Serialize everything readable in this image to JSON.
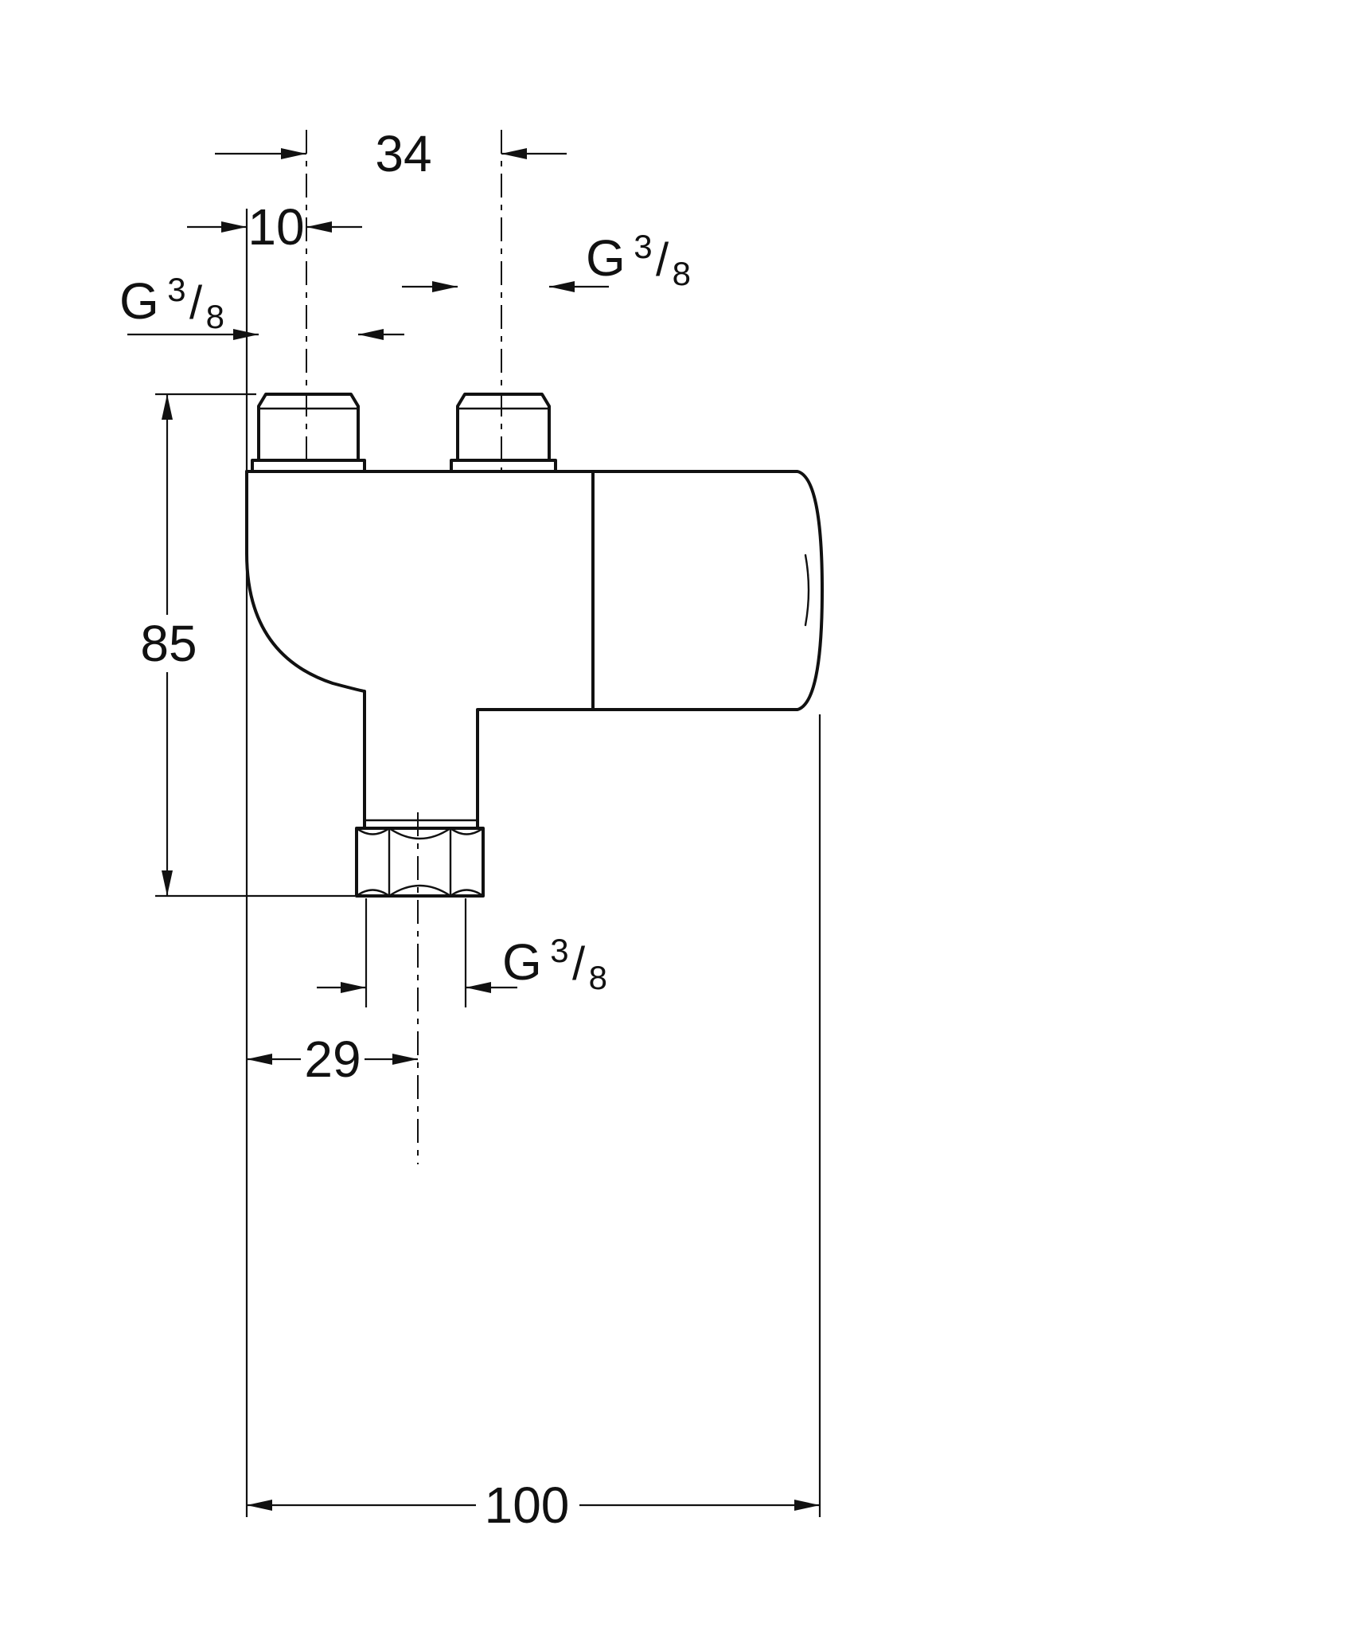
{
  "drawing": {
    "dimensions": {
      "top_inlet_spacing": "34",
      "left_inlet_offset": "10",
      "overall_height": "85",
      "bottom_outlet_offset": "29",
      "overall_width": "100"
    },
    "thread": {
      "g": "G",
      "num": "3",
      "slash": "/",
      "den": "8"
    }
  },
  "colors": {
    "ink": "#111111",
    "paper": "#ffffff"
  }
}
